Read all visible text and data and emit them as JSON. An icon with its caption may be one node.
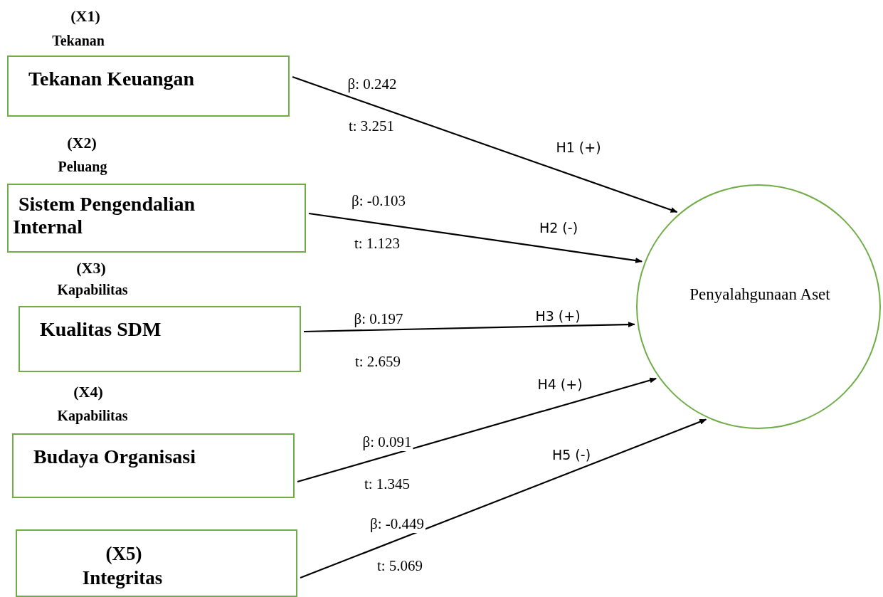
{
  "diagram": {
    "nodes": [
      {
        "text": [
          "(X1)",
          "Tekanan",
          "Tekanan Keuangan"
        ]
      },
      {
        "text": [
          "(X2)",
          "Peluang",
          "Sistem Pengendalian Internal"
        ]
      },
      {
        "text": [
          "(X3)",
          "Kapabilitas",
          "Kualitas SDM"
        ]
      },
      {
        "text": [
          "(X4)",
          "Kapabilitas",
          "Budaya Organisasi"
        ]
      },
      {
        "text": [
          "(X5)",
          "Integritas"
        ]
      },
      {
        "text": [
          "Penyalahgunaan Aset"
        ]
      }
    ],
    "edges": [
      {
        "from": 0,
        "to": 5,
        "arrow": "to",
        "label": "H1 (+)"
      },
      {
        "from": 1,
        "to": 5,
        "arrow": "to",
        "label": "H2 (-)"
      },
      {
        "from": 2,
        "to": 5,
        "arrow": "to",
        "label": "H3 (+)"
      },
      {
        "from": 3,
        "to": 5,
        "arrow": "to",
        "label": "H4 (+)"
      },
      {
        "from": 4,
        "to": 5,
        "arrow": "to",
        "label": "H5 (-)"
      }
    ],
    "labels": [
      "β: 0.242",
      "t: 3.251",
      "β: -0.103",
      "t: 1.123",
      "β: 0.197",
      "t: 2.659",
      "β: 0.091",
      "t: 1.345",
      "β: -0.449",
      "t: 5.069"
    ]
  }
}
